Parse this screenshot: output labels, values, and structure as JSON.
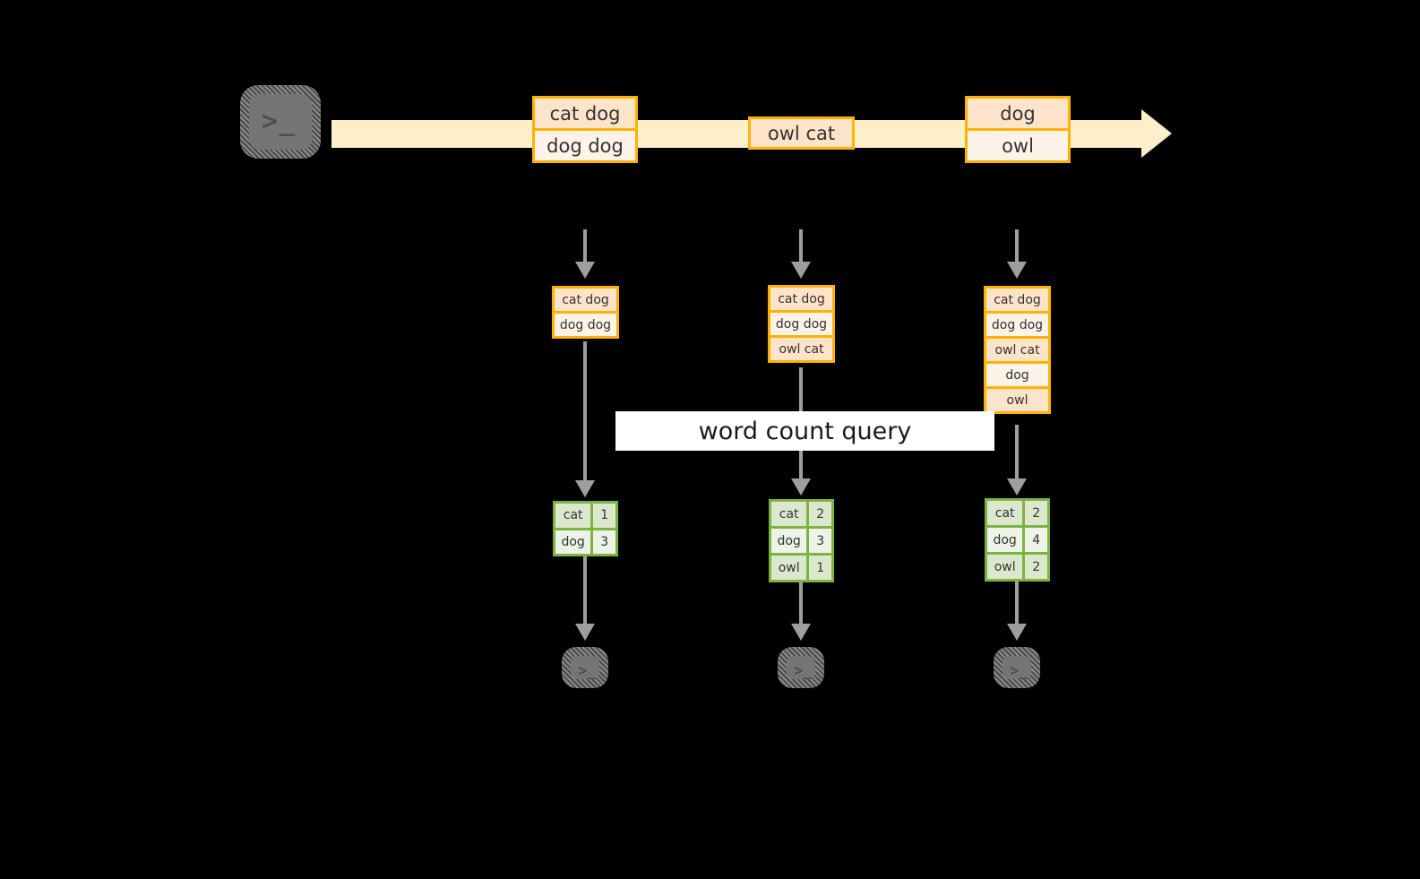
{
  "diagram": {
    "title_label": "word count query",
    "colors": {
      "stream_band": "#FDEFC9",
      "record_border": "#FFB300",
      "record_fill_dark": "#FCE3C9",
      "record_fill_light": "#FDF3E8",
      "table_border": "#7CB342",
      "table_fill_dark": "#DCE8CE",
      "table_fill_light": "#EDF3E7",
      "arrow_gray": "#9E9E9E",
      "terminal_gray": "#757575",
      "label_background": "#FFFFFF",
      "canvas_background": "#000000"
    },
    "source_terminal": {
      "icon": "terminal-prompt-icon",
      "glyph": ">_"
    },
    "stream": {
      "icon": "right-arrow-icon",
      "groups": [
        {
          "records": [
            "cat dog",
            "dog dog"
          ]
        },
        {
          "records": [
            "owl cat"
          ]
        },
        {
          "records": [
            "dog",
            "owl"
          ]
        }
      ]
    },
    "columns": [
      {
        "name": "snapshot-1",
        "input_arrow_icon": "dashed-down-arrow-icon",
        "accumulated_records": [
          "cat dog",
          "dog dog"
        ],
        "result_table": {
          "rows": [
            {
              "word": "cat",
              "count": "1"
            },
            {
              "word": "dog",
              "count": "3"
            }
          ]
        },
        "sink_terminal": {
          "icon": "terminal-prompt-icon",
          "glyph": ">_"
        }
      },
      {
        "name": "snapshot-2",
        "input_arrow_icon": "dashed-down-arrow-icon",
        "accumulated_records": [
          "cat dog",
          "dog dog",
          "owl cat"
        ],
        "result_table": {
          "rows": [
            {
              "word": "cat",
              "count": "2"
            },
            {
              "word": "dog",
              "count": "3"
            },
            {
              "word": "owl",
              "count": "1"
            }
          ]
        },
        "sink_terminal": {
          "icon": "terminal-prompt-icon",
          "glyph": ">_"
        }
      },
      {
        "name": "snapshot-3",
        "input_arrow_icon": "dashed-down-arrow-icon",
        "accumulated_records": [
          "cat dog",
          "dog dog",
          "owl cat",
          "dog",
          "owl"
        ],
        "result_table": {
          "rows": [
            {
              "word": "cat",
              "count": "2"
            },
            {
              "word": "dog",
              "count": "4"
            },
            {
              "word": "owl",
              "count": "2"
            }
          ]
        },
        "sink_terminal": {
          "icon": "terminal-prompt-icon",
          "glyph": ">_"
        }
      }
    ]
  }
}
